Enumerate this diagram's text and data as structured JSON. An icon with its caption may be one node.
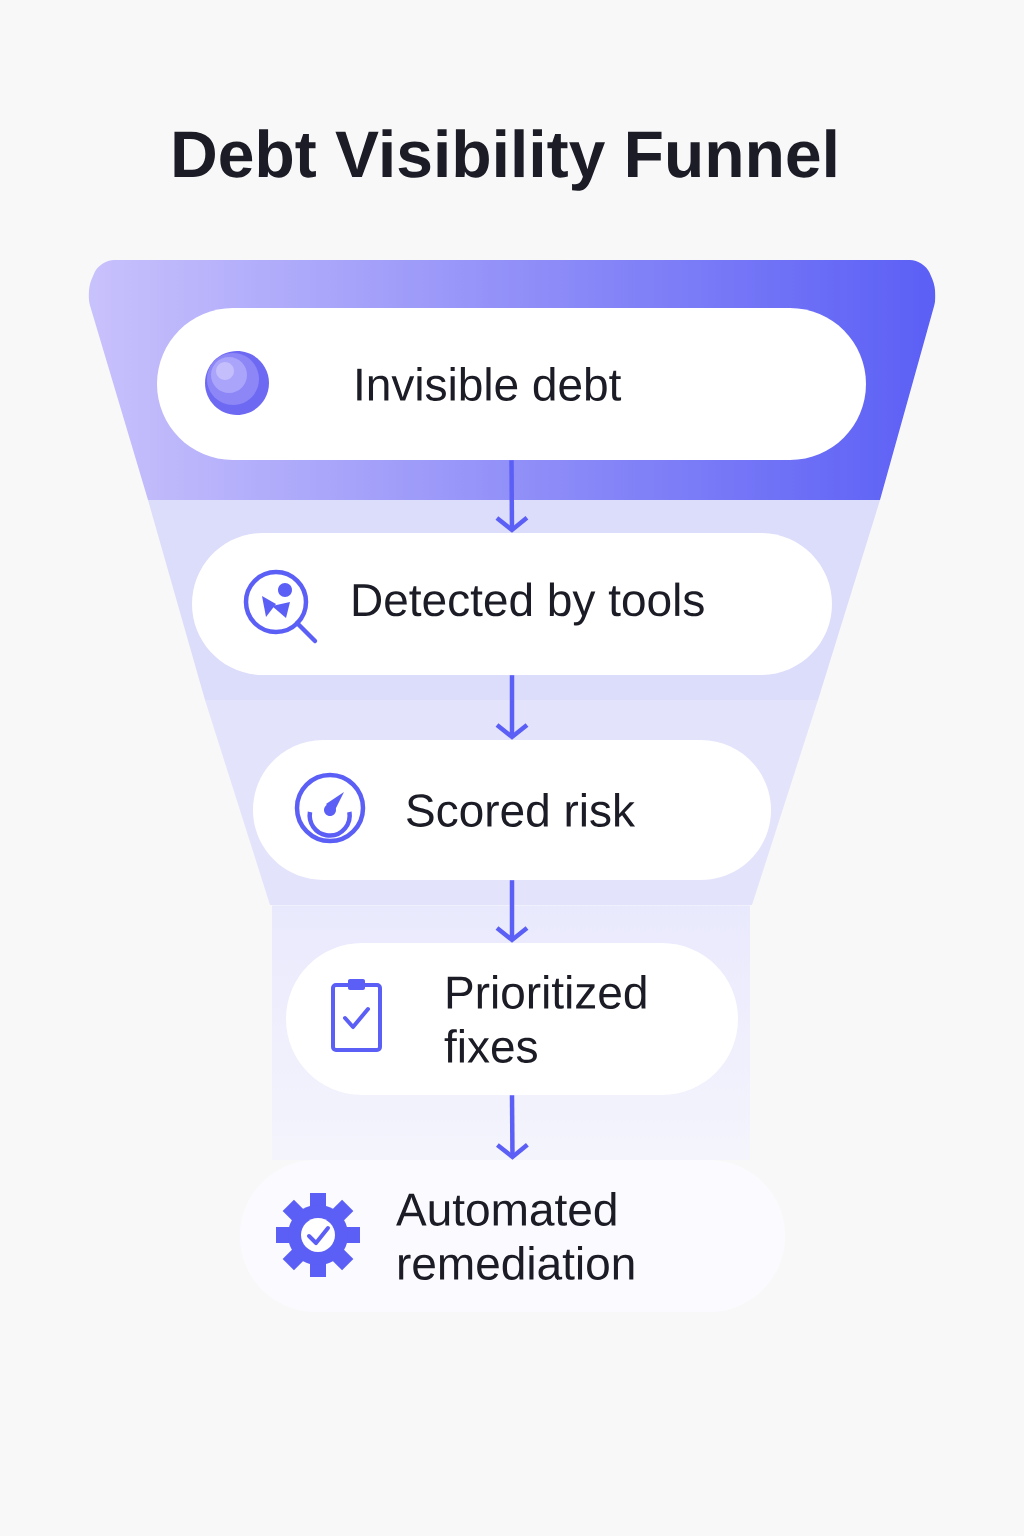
{
  "diagram": {
    "title": "Debt Visibility Funnel",
    "nodes": [
      {
        "text": [
          "Invisible debt"
        ]
      },
      {
        "text": [
          "Detected by tools"
        ]
      },
      {
        "text": [
          "Scored risk"
        ]
      },
      {
        "text": [
          "Prioritized fixes"
        ]
      },
      {
        "text": [
          "Automated remediation"
        ]
      }
    ],
    "edges": [
      {
        "from": 0,
        "to": 1,
        "arrow": "to"
      },
      {
        "from": 1,
        "to": 2,
        "arrow": "to"
      },
      {
        "from": 2,
        "to": 3,
        "arrow": "to"
      },
      {
        "from": 3,
        "to": 4,
        "arrow": "to"
      }
    ]
  }
}
